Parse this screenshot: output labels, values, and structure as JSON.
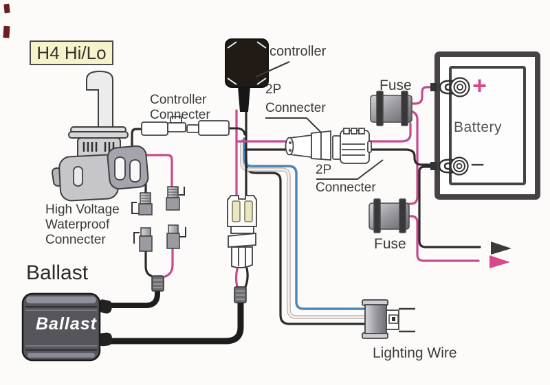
{
  "title": "H4 Hi/Lo HID kit wiring diagram",
  "labels": {
    "kit": "H4 Hi/Lo",
    "controller": "controller",
    "controller_connecter": {
      "line1": "Controller",
      "line2": "Connecter"
    },
    "tp_connecter_top": {
      "line1": "2P",
      "line2": "Connecter"
    },
    "tp_connecter_bottom": {
      "line1": "2P",
      "line2": "Connecter"
    },
    "fuse_top": "Fuse",
    "fuse_bottom": "Fuse",
    "battery": "Battery",
    "battery_plus": "+",
    "battery_minus": "−",
    "high_voltage": {
      "line1": "High Voltage",
      "line2": "Waterproof",
      "line3": "Connecter"
    },
    "ballast_label": "Ballast",
    "ballast_box_text": "Ballast",
    "lighting_wire": "Lighting Wire"
  },
  "colors": {
    "wire_pink": "#c84a8c",
    "wire_black": "#2b2b2b",
    "wire_blue": "#4a85b5",
    "wire_white": "#f6efec",
    "kit_label_bg": "#f6f2cc",
    "battery_plus": "#d8488c",
    "text": "#3a3a3a",
    "controller_fill": "#201b15",
    "ballast_fill": "#55555b"
  },
  "components": [
    "H4 Hi/Lo bulb",
    "controller",
    "controller connecter",
    "2P connecter (pair)",
    "fuse (x2)",
    "battery",
    "high voltage waterproof connecter",
    "ballast",
    "lighting wire socket",
    "output arrows (black, pink)"
  ]
}
